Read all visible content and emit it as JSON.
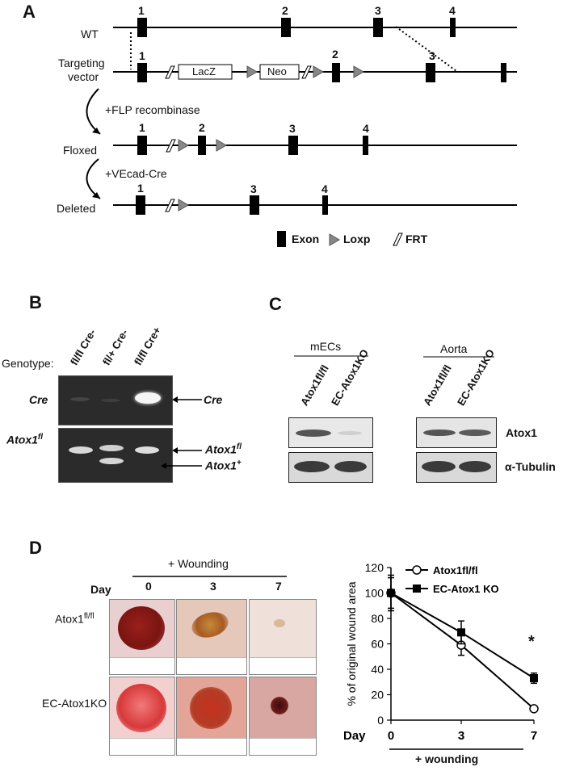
{
  "panelA": {
    "letter": "A",
    "rows": {
      "wt": "WT",
      "targeting_line1": "Targeting",
      "targeting_line2": "vector",
      "floxed": "Floxed",
      "deleted": "Deleted"
    },
    "steps": {
      "flp": "+FLP recombinase",
      "vecad": "+VEcad-Cre"
    },
    "boxes": {
      "lacz": "LacZ",
      "neo": "Neo"
    },
    "exons": {
      "e1": "1",
      "e2": "2",
      "e3": "3",
      "e4": "4"
    },
    "legend": {
      "exon": "Exon",
      "loxp": "Loxp",
      "frt": "FRT"
    }
  },
  "panelB": {
    "letter": "B",
    "genotype_label": "Genotype:",
    "lanes": [
      "fl/fl Cre-",
      "fl/+ Cre-",
      "fl/fl Cre+"
    ],
    "row_cre": "Cre",
    "row_atox": "Atox1",
    "row_atox_sup": "fl",
    "arrow_cre": "Cre",
    "arrow_fl": "Atox1",
    "arrow_fl_sup": "fl",
    "arrow_plus": "Atox1",
    "arrow_plus_sup": "+"
  },
  "panelC": {
    "letter": "C",
    "group1": "mECs",
    "group2": "Aorta",
    "lanes1": [
      "Atox1fl/fl",
      "EC-Atox1KO"
    ],
    "lanes2": [
      "Atox1fl/fl",
      "EC-Atox1KO"
    ],
    "row1": "Atox1",
    "row2": "α-Tubulin"
  },
  "panelD": {
    "letter": "D",
    "wounding_header": "+ Wounding",
    "day_label": "Day",
    "days": [
      "0",
      "3",
      "7"
    ],
    "row1_label": "Atox1",
    "row1_sup": "fl/fl",
    "row2_label": "EC-Atox1KO",
    "sig_mark": "*",
    "bottom_label": "+ wounding"
  },
  "chart_data": {
    "type": "line",
    "ylabel": "% of original wound area",
    "xlabel": "Day",
    "x": [
      0,
      3,
      7
    ],
    "x_ticks": [
      "0",
      "3",
      "7"
    ],
    "ylim": [
      0,
      120
    ],
    "y_ticks": [
      "0",
      "20",
      "40",
      "60",
      "80",
      "100",
      "120"
    ],
    "series": [
      {
        "name": "Atox1fl/fl",
        "marker": "open-circle",
        "values": [
          100,
          59,
          9
        ],
        "errors": [
          14,
          8,
          0
        ]
      },
      {
        "name": "EC-Atox1 KO",
        "marker": "filled-square",
        "values": [
          100,
          69,
          33
        ],
        "errors": [
          12,
          9,
          4
        ]
      }
    ],
    "legend": "top-right",
    "grid": false
  }
}
